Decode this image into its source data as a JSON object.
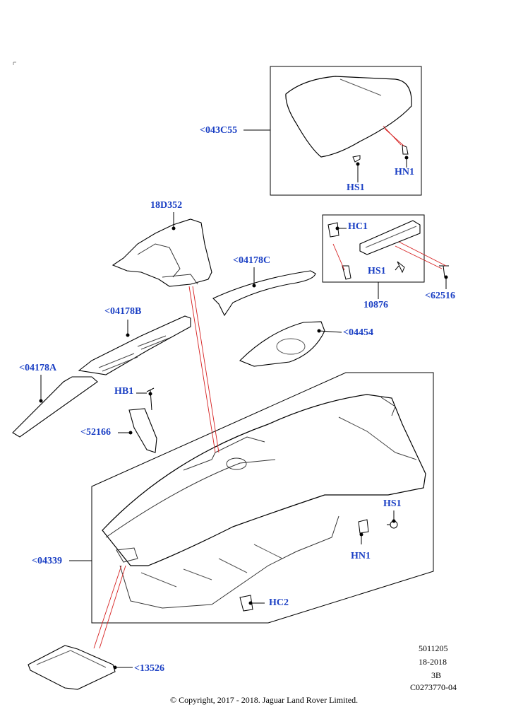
{
  "callouts": {
    "c043C55": "<043C55",
    "hn1_top": "HN1",
    "hs1_top": "HS1",
    "c18D352": "18D352",
    "c04178C": "<04178C",
    "hc1": "HC1",
    "hs1_mid": "HS1",
    "c10876": "10876",
    "c62516": "<62516",
    "c04178B": "<04178B",
    "c04454": "<04454",
    "c04178A": "<04178A",
    "hb1": "HB1",
    "c52166": "<52166",
    "hs1_low": "HS1",
    "c04339": "<04339",
    "hn1_low": "HN1",
    "hc2": "HC2",
    "c13526": "<13526"
  },
  "info": {
    "line1": "5011205",
    "line2": "18-2018",
    "line3": "3B",
    "line4": "C0273770-04"
  },
  "copyright": "© Copyright, 2017 - 2018. Jaguar Land Rover Limited.",
  "colors": {
    "callout": "#1a3fc4",
    "leader_red": "#d62020",
    "line": "#000000"
  }
}
